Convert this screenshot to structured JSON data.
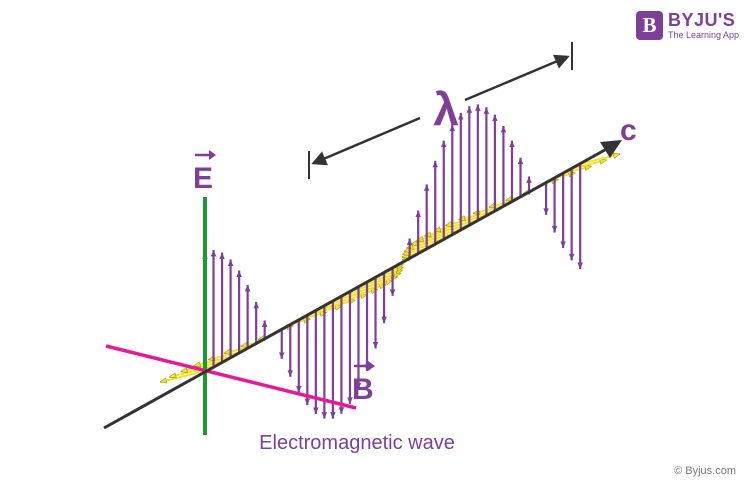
{
  "brand": {
    "logo_letter": "B",
    "name": "BYJU'S",
    "tagline": "The Learning App",
    "color": "#7e3f98"
  },
  "labels": {
    "electric_field": "E",
    "magnetic_field": "B",
    "wavelength": "λ",
    "speed": "c"
  },
  "caption": "Electromagnetic wave",
  "credit": "© Byjus.com",
  "colors": {
    "electric": "#7e3f98",
    "magnetic": "#f2e22a",
    "axis_e": "#1a9b2f",
    "axis_b": "#e6199a",
    "axis_c": "#333333",
    "label": "#7e3f98"
  }
}
